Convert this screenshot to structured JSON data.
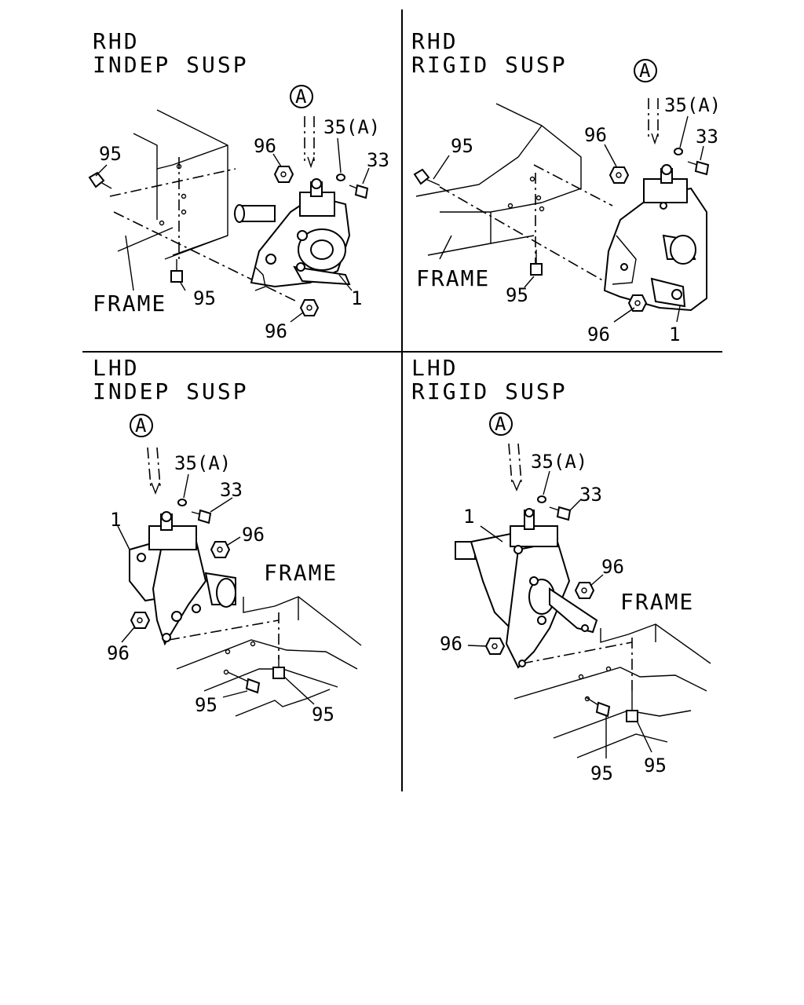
{
  "panels": [
    {
      "title_line1": "RHD",
      "title_line2": "INDEP SUSP",
      "callouts": {
        "a": "A",
        "washer": "35(A)",
        "bolt33": "33",
        "nut96_top": "96",
        "bolt95_left": "95",
        "bolt95_bottom": "95",
        "nut96_bottom": "96",
        "gearbox": "1"
      },
      "frame": "FRAME"
    },
    {
      "title_line1": "RHD",
      "title_line2": "RIGID SUSP",
      "callouts": {
        "a": "A",
        "washer": "35(A)",
        "bolt33": "33",
        "nut96_top": "96",
        "bolt95_left": "95",
        "bolt95_bottom": "95",
        "nut96_bottom": "96",
        "gearbox": "1"
      },
      "frame": "FRAME"
    },
    {
      "title_line1": "LHD",
      "title_line2": "INDEP SUSP",
      "callouts": {
        "a": "A",
        "washer": "35(A)",
        "bolt33": "33",
        "nut96_top": "96",
        "gearbox": "1",
        "nut96_left": "96",
        "bolt95_a": "95",
        "bolt95_b": "95"
      },
      "frame": "FRAME"
    },
    {
      "title_line1": "LHD",
      "title_line2": "RIGID SUSP",
      "callouts": {
        "a": "A",
        "washer": "35(A)",
        "bolt33": "33",
        "nut96_top": "96",
        "gearbox": "1",
        "nut96_left": "96",
        "bolt95_a": "95",
        "bolt95_b": "95"
      },
      "frame": "FRAME"
    }
  ]
}
